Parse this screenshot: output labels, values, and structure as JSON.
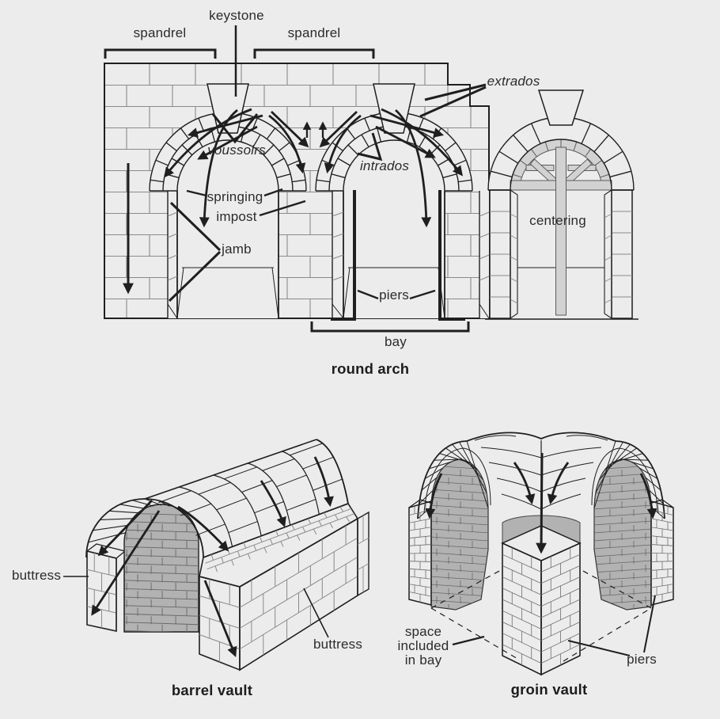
{
  "figures": {
    "round_arch": {
      "caption": "round arch",
      "labels": {
        "keystone": "keystone",
        "spandrel_left": "spandrel",
        "spandrel_right": "spandrel",
        "extrados": "extrados",
        "voussoirs": "voussoirs",
        "intrados": "intrados",
        "springing": "springing",
        "impost": "impost",
        "jamb": "jamb",
        "centering": "centering",
        "piers": "piers",
        "bay": "bay"
      }
    },
    "barrel_vault": {
      "caption": "barrel vault",
      "labels": {
        "buttress_left": "buttress",
        "buttress_right": "buttress"
      }
    },
    "groin_vault": {
      "caption": "groin vault",
      "labels": {
        "space_included_in_bay": "space\nincluded\nin bay",
        "piers": "piers"
      }
    }
  },
  "colors": {
    "background": "#ececec",
    "line": "#1f1f1f",
    "joint": "#8a8a8a",
    "small_joint": "#6e6e6e",
    "shade": "#b2b2b2",
    "shade_line": "#666666",
    "wood": "#d2d2d2",
    "wood_edge": "#5c5c5c",
    "text": "#2b2b2b"
  }
}
